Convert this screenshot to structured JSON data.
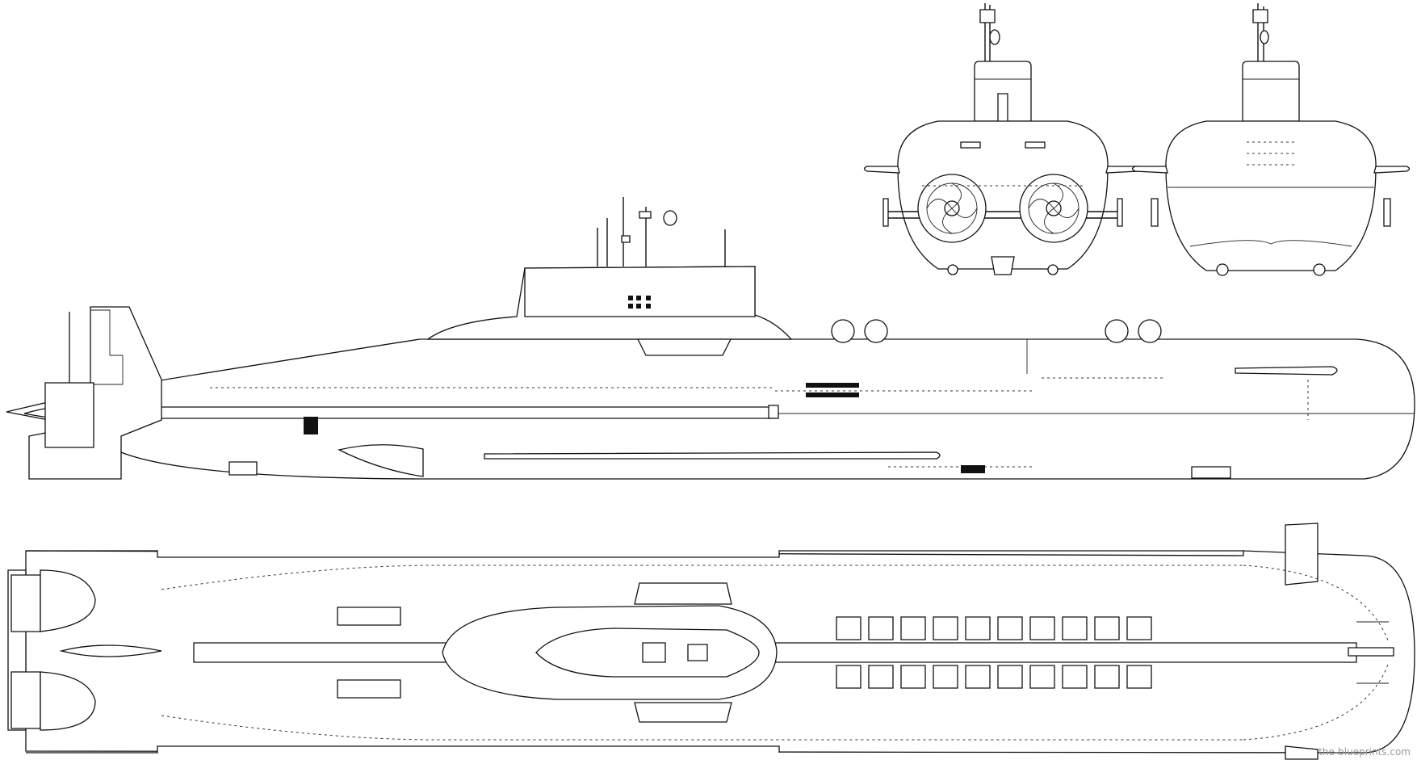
{
  "watermark": "the-blueprints.com",
  "colors": {
    "line": "#111111",
    "background": "#ffffff",
    "watermark": "#9a9a9a"
  },
  "views": [
    "front-view",
    "rear-view",
    "side-view",
    "top-view"
  ]
}
